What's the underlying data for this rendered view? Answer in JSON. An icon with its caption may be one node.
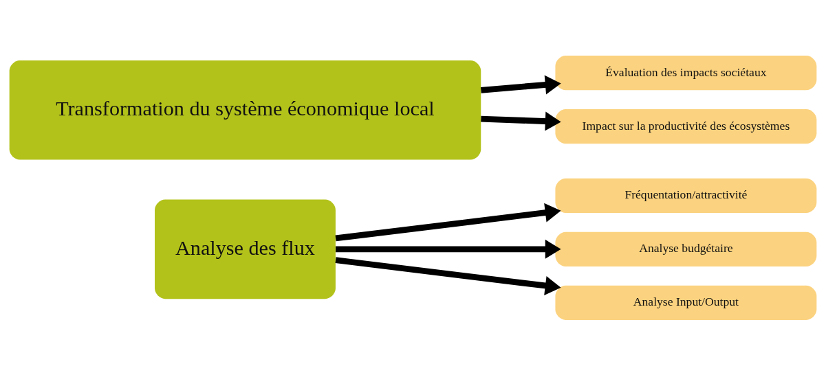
{
  "diagram": {
    "nodes": [
      {
        "text": [
          "Analyse des flux"
        ]
      },
      {
        "text": [
          "Fréquentation/attractivité"
        ]
      },
      {
        "text": [
          "Analyse budgétaire"
        ]
      },
      {
        "text": [
          "Analyse Input/Output"
        ]
      },
      {
        "text": [
          "Transformation du système économique local"
        ]
      },
      {
        "text": [
          "Évaluation des impacts sociétaux"
        ]
      },
      {
        "text": [
          "Impact sur la productivité des écosystèmes"
        ]
      }
    ],
    "edges": [
      {
        "from": 0,
        "to": 1,
        "arrow": "to"
      },
      {
        "from": 0,
        "to": 2,
        "arrow": "to"
      },
      {
        "from": 0,
        "to": 3,
        "arrow": "to"
      },
      {
        "from": 4,
        "to": 5,
        "arrow": "to"
      },
      {
        "from": 4,
        "to": 6,
        "arrow": "to"
      }
    ]
  }
}
